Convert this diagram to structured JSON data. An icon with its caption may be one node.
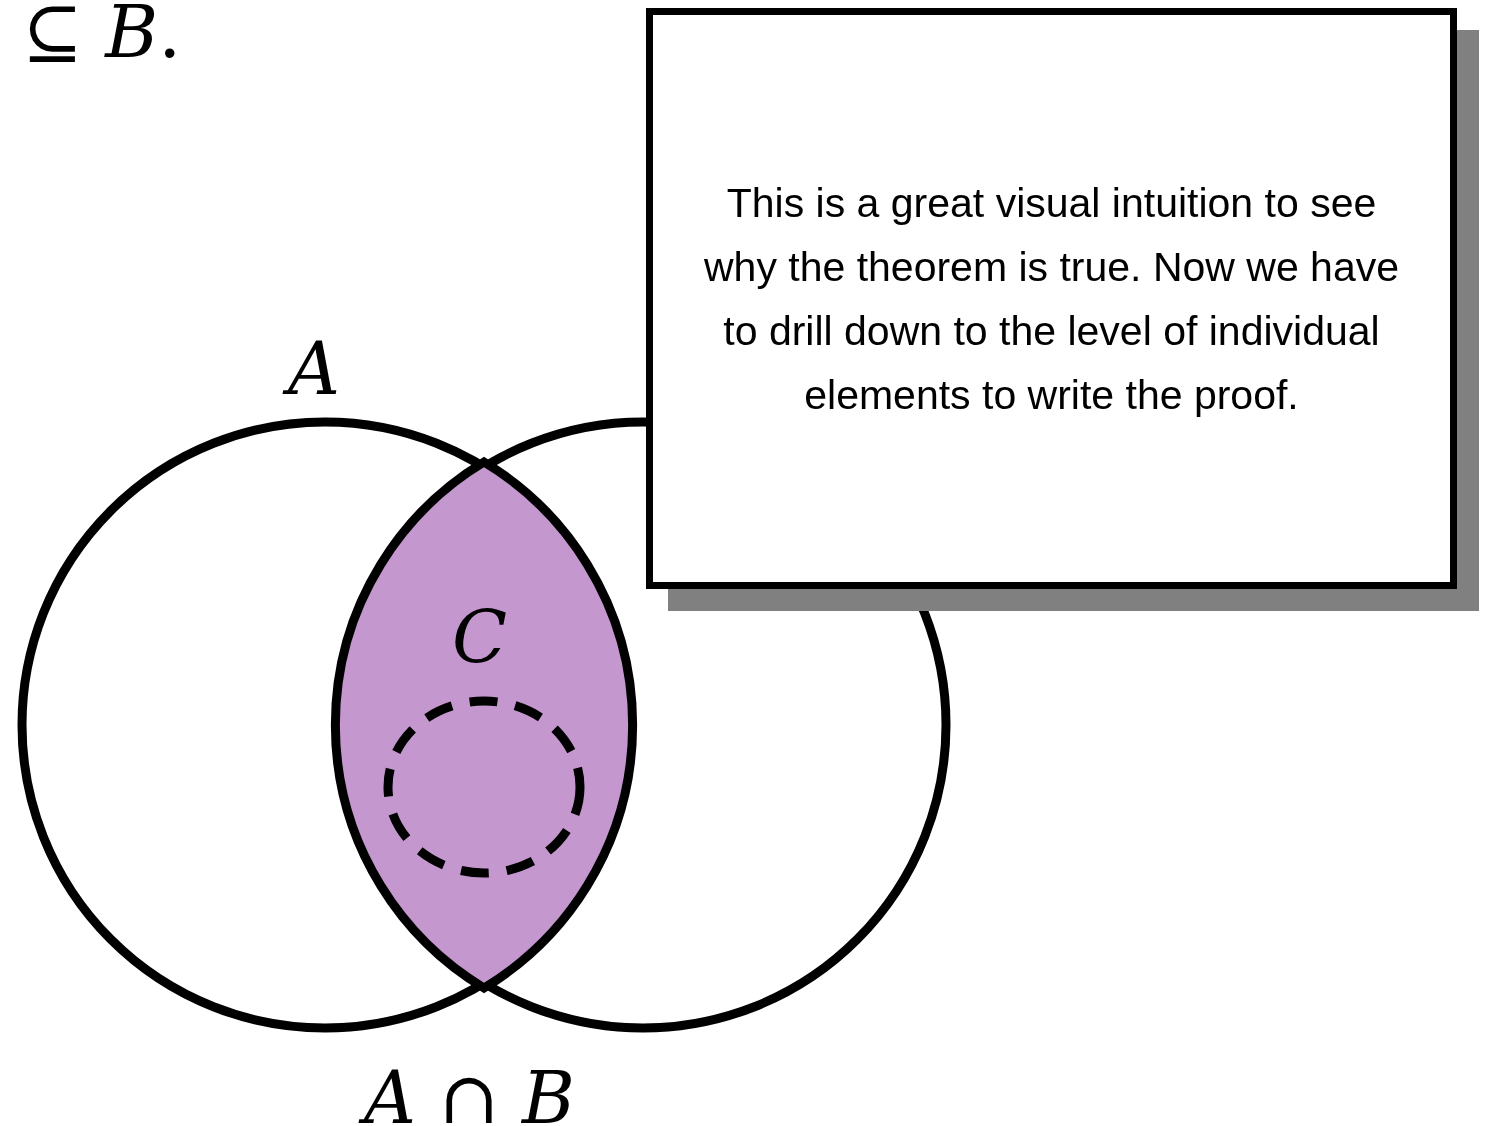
{
  "diagram": {
    "nodes": [
      {
        "text": [
          "A"
        ]
      },
      {
        "text": [],
        "shape": "circle"
      },
      {
        "text": [
          "A ∩ B"
        ]
      },
      {
        "text": [],
        "shape": "circle",
        "in": 2
      },
      {
        "text": [
          "This is a great visual intuition to see why the theorem is true. Now we have to drill down to the level of individual elements to write the proof."
        ]
      }
    ],
    "labels": [
      "⊆ *B*.",
      "C"
    ]
  }
}
